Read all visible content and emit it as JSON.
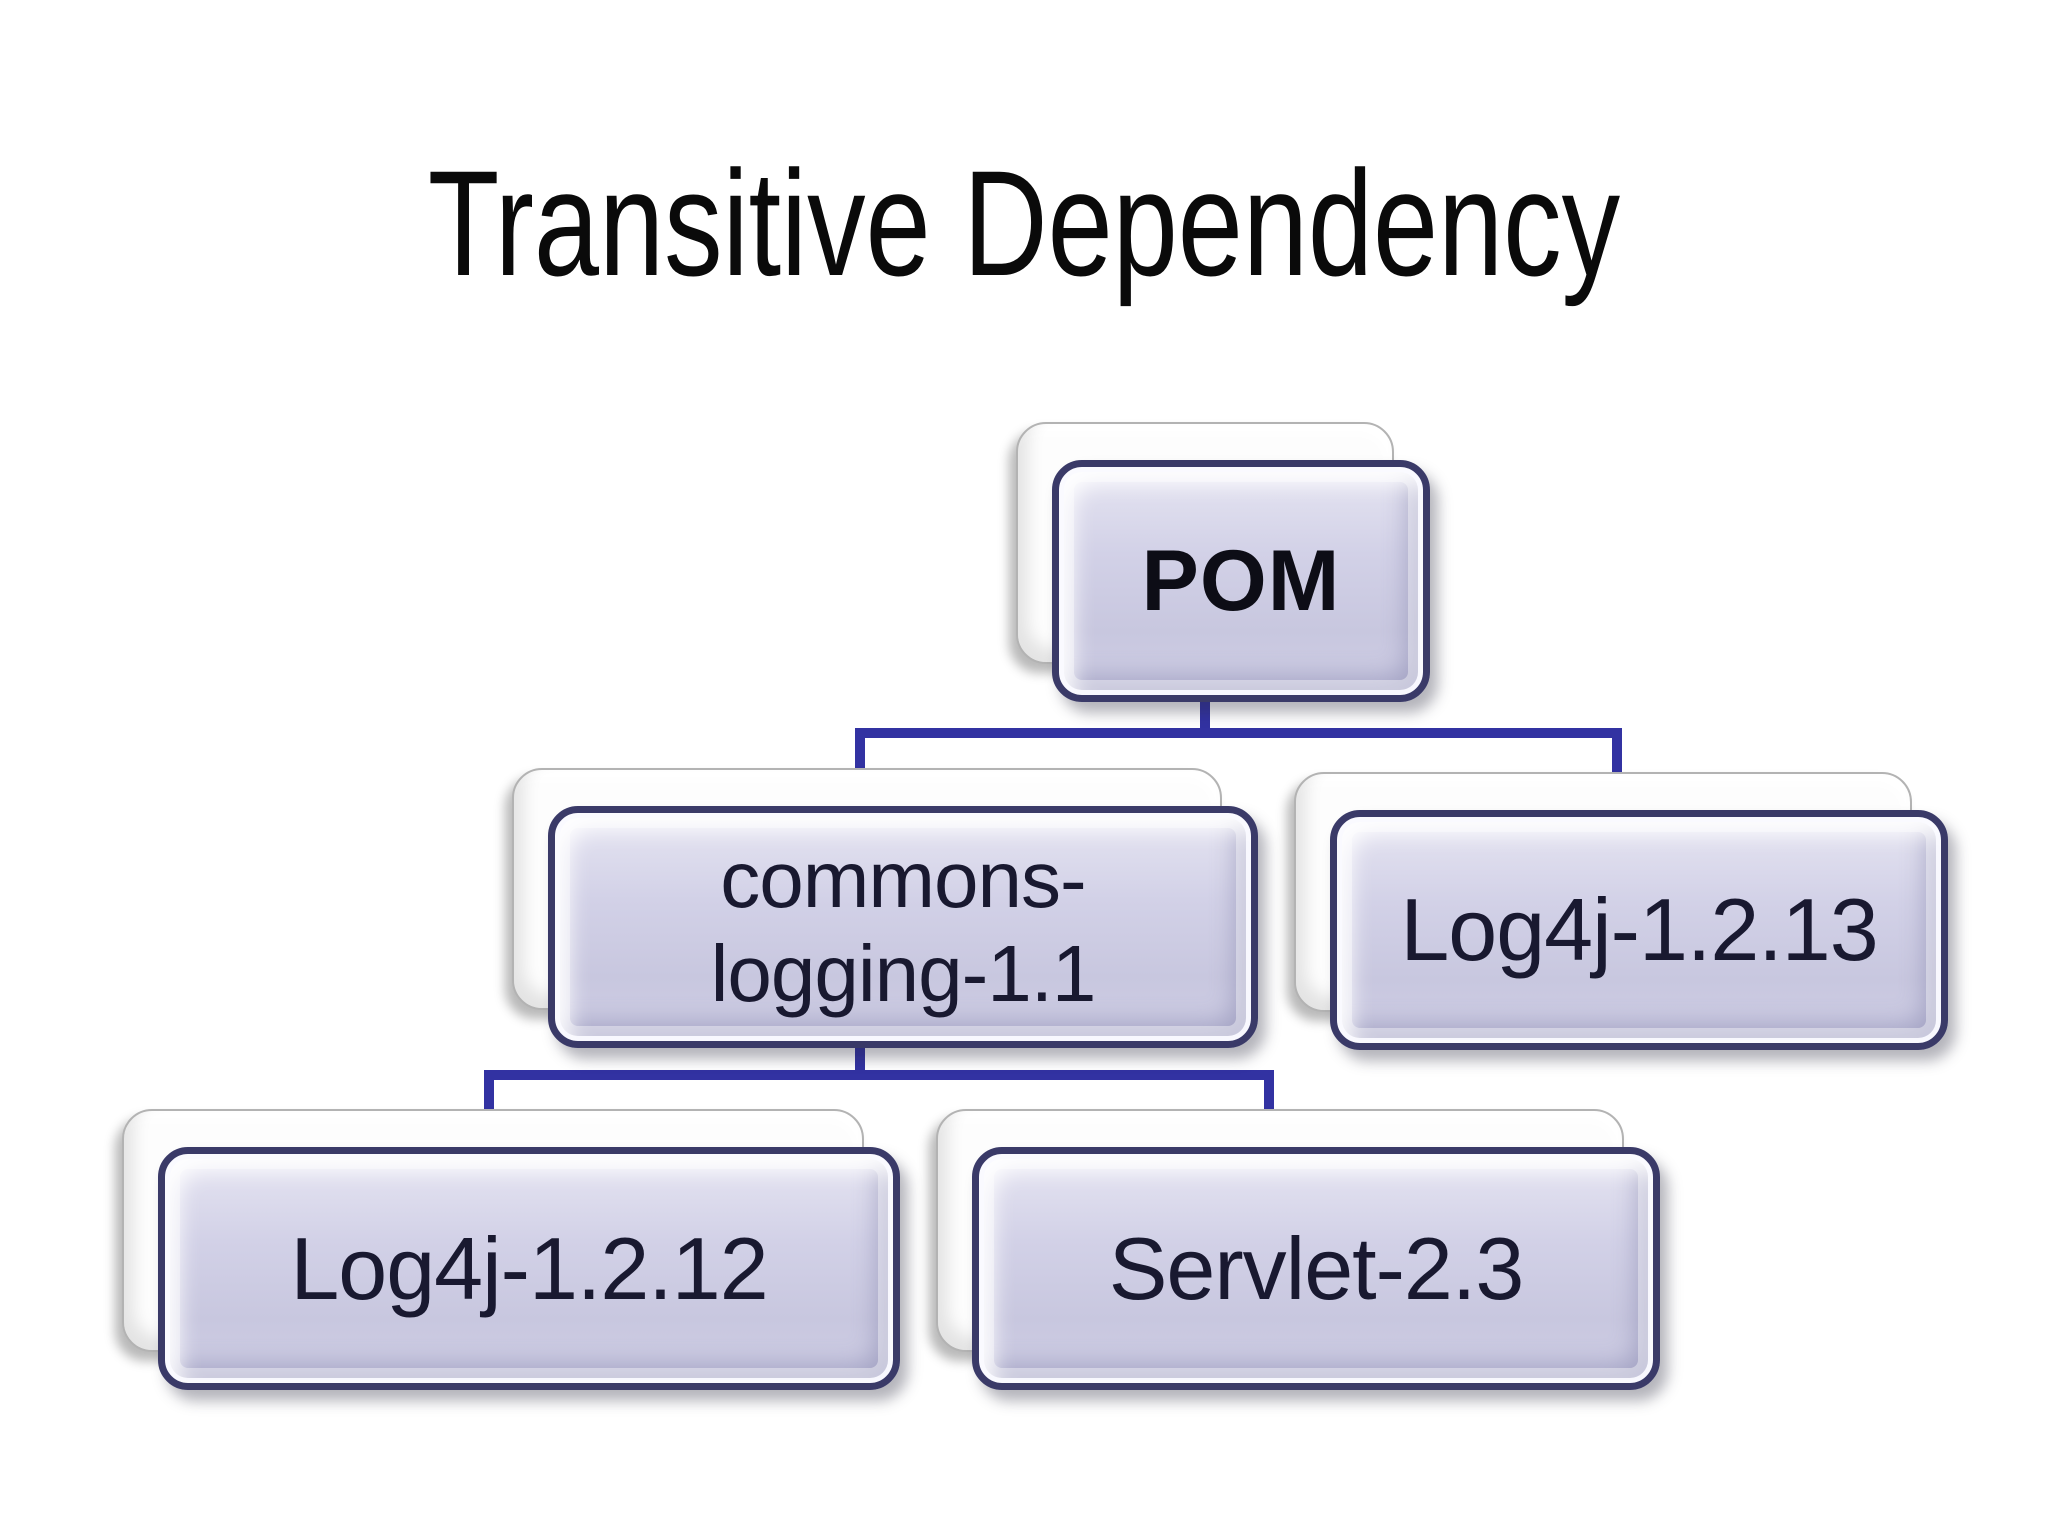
{
  "title": "Transitive Dependency",
  "diagram": {
    "nodes": {
      "pom": {
        "label": "POM"
      },
      "commons": {
        "label": "commons-logging-1.1",
        "line1": "commons-",
        "line2": "logging-1.1"
      },
      "log4j13": {
        "label": "Log4j-1.2.13"
      },
      "log4j12": {
        "label": "Log4j-1.2.12"
      },
      "servlet": {
        "label": "Servlet-2.3"
      }
    },
    "edges": [
      {
        "from": "POM",
        "to": "commons-logging-1.1"
      },
      {
        "from": "POM",
        "to": "Log4j-1.2.13"
      },
      {
        "from": "commons-logging-1.1",
        "to": "Log4j-1.2.12"
      },
      {
        "from": "commons-logging-1.1",
        "to": "Servlet-2.3"
      }
    ],
    "colors": {
      "background": "#ffffff",
      "title_text": "#0a0a0a",
      "connector": "#3232a2",
      "node_border": "#3a3a68",
      "node_fill": "#d2d1e7",
      "node_text": "#17172e",
      "shadow_box_fill": "#fdfdfd",
      "shadow_box_border": "#b3b3b3"
    }
  }
}
